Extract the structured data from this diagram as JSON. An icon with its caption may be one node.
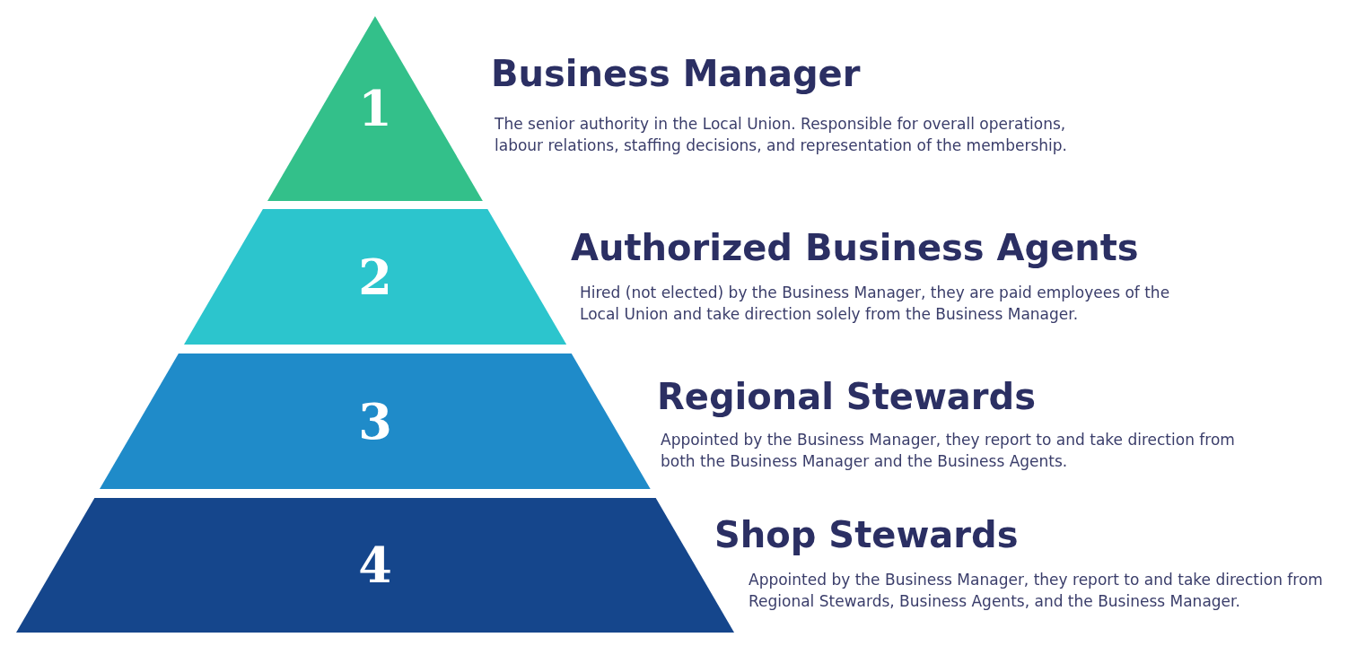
{
  "diagram": {
    "nodes": [
      {
        "text": [
          "1"
        ],
        "beside": [
          "Business Manager",
          "The senior authority in the Local Union. Responsible for overall operations, labour relations, staffing decisions, and representation of the membership."
        ]
      },
      {
        "text": [
          "2"
        ],
        "beside": [
          "Authorized Business Agents",
          "Hired (not elected) by the Business Manager, they are paid employees of the Local Union and take direction solely from the Business Manager."
        ]
      },
      {
        "text": [
          "3"
        ],
        "beside": [
          "Regional Stewards",
          "Appointed by the Business Manager, they report to and take direction from both the Business Manager and the Business Agents."
        ]
      },
      {
        "text": [
          "4"
        ],
        "beside": [
          "Shop Stewards",
          "Appointed by the Business Manager, they report to and take direction from Regional Stewards, Business Agents, and the Business Manager."
        ]
      }
    ],
    "edges": []
  }
}
